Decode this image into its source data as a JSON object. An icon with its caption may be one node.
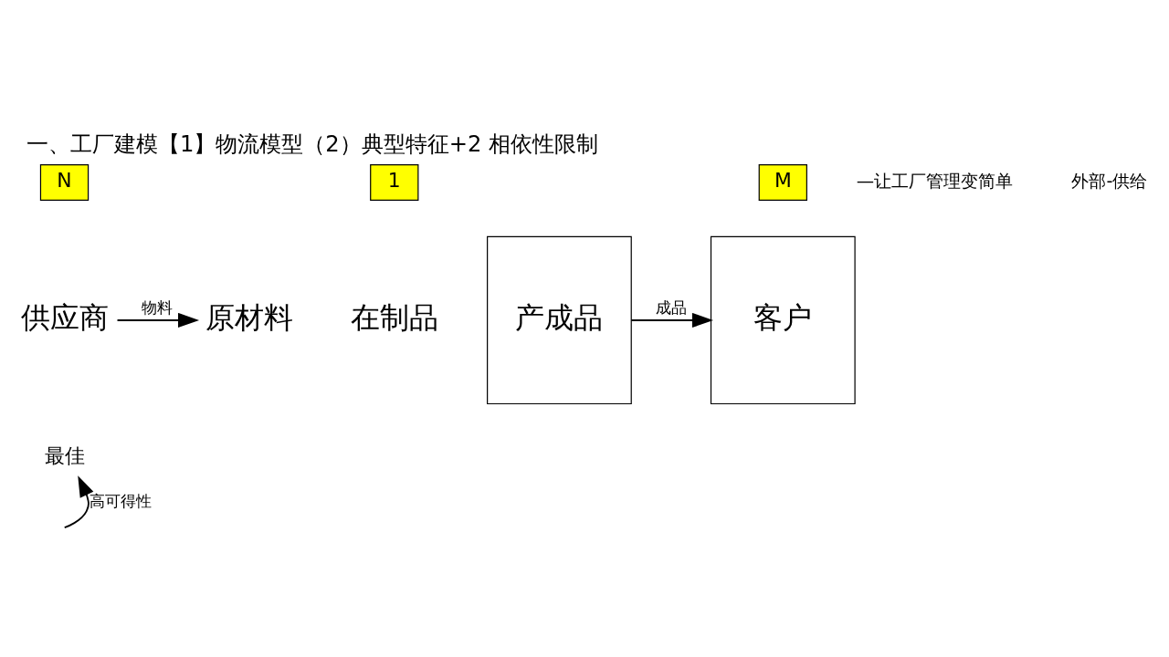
{
  "diagram": {
    "title": "一、工厂建模【1】物流模型（2）典型特征+2 相依性限制",
    "nodes": [
      {
        "text": [
          "N"
        ]
      },
      {
        "text": [
          "供应商"
        ]
      },
      {
        "text": [
          "最佳"
        ]
      },
      {
        "text": [
          "原材料"
        ]
      },
      {
        "text": [
          "1"
        ]
      },
      {
        "text": [
          "在制品"
        ]
      },
      {
        "text": [
          "产成品"
        ]
      },
      {
        "text": [
          "M"
        ]
      },
      {
        "text": [
          "客户"
        ]
      }
    ],
    "edges": [
      {
        "from": 1,
        "to": 3,
        "arrow": "to",
        "label": "物料"
      },
      {
        "from": 6,
        "to": 8,
        "arrow": "to",
        "label": "成品"
      },
      {
        "from": null,
        "to": 2,
        "arrow": "to",
        "label": "高可得性"
      }
    ],
    "labels": [
      "—让工厂管理变简单",
      "外部-供给"
    ]
  }
}
